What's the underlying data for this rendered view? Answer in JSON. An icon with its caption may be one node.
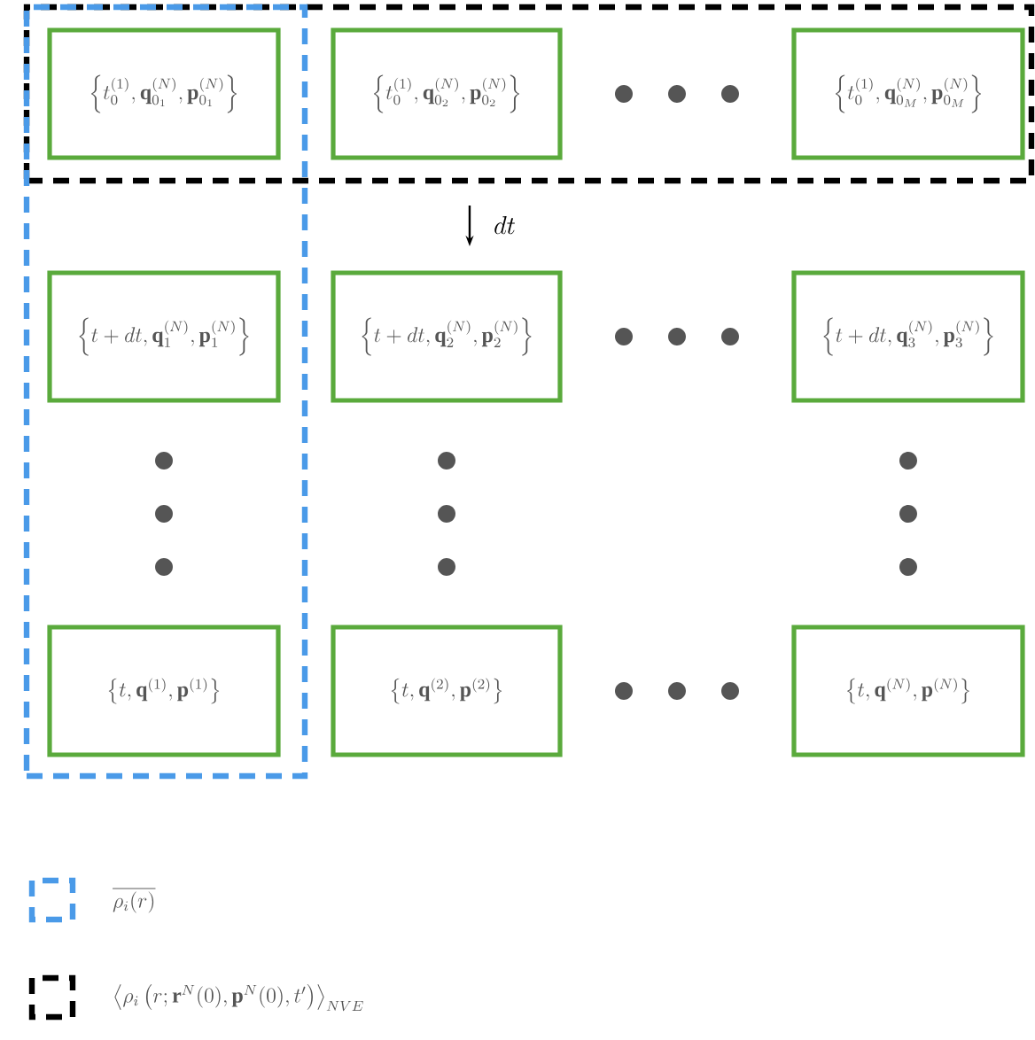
{
  "diagram": {
    "nodes": [
      {
        "text": [],
        "shape": "box"
      },
      {
        "text": [],
        "shape": "box"
      },
      {
        "text": [
          "\\left\\{t_0^{(1)},\\mathbf{q}_{0_1}^{(N)},\\mathbf{p}_{0_1}^{(N)}\\right\\}"
        ]
      },
      {
        "text": [
          "\\left\\{t_0^{(1)},\\mathbf{q}_{0_2}^{(N)},\\mathbf{p}_{0_2}^{(N)}\\right\\}"
        ],
        "in": 0
      },
      {
        "text": [
          "\\left\\{t_0^{(1)},\\mathbf{q}_{0_M}^{(N)},\\mathbf{p}_{0_M}^{(N)}\\right\\}"
        ],
        "in": 0
      },
      {
        "text": [
          "\\left\\{t+dt,\\mathbf{q}_1^{(N)},\\mathbf{p}_1^{(N)}\\right\\}"
        ],
        "in": 1
      },
      {
        "text": [
          "\\left\\{t+dt,\\mathbf{q}_2^{(N)},\\mathbf{p}_2^{(N)}\\right\\}"
        ]
      },
      {
        "text": [
          "\\left\\{t+dt,\\mathbf{q}_3^{(N)},\\mathbf{p}_3^{(N)}\\right\\}"
        ]
      },
      {
        "text": [
          "\\left\\{t,\\mathbf{q}^{(1)},\\mathbf{p}^{(1)}\\right\\}"
        ],
        "in": 1
      },
      {
        "text": [
          "\\left\\{t,\\mathbf{q}^{(2)},\\mathbf{p}^{(2)}\\right\\}"
        ]
      },
      {
        "text": [
          "\\left\\{t,\\mathbf{q}^{(N)},\\mathbf{p}^{(N)}\\right\\}"
        ]
      }
    ],
    "labels": [
      "dt"
    ],
    "legend": [
      {
        "text": "\\overline{\\rho_i(r)}"
      },
      {
        "text": "\\left\\langle\\rho_i\\left(r;\\mathbf{r}^N(0),\\mathbf{p}^N(0),t'\\right)\\right\\rangle_{NVE}"
      }
    ]
  }
}
